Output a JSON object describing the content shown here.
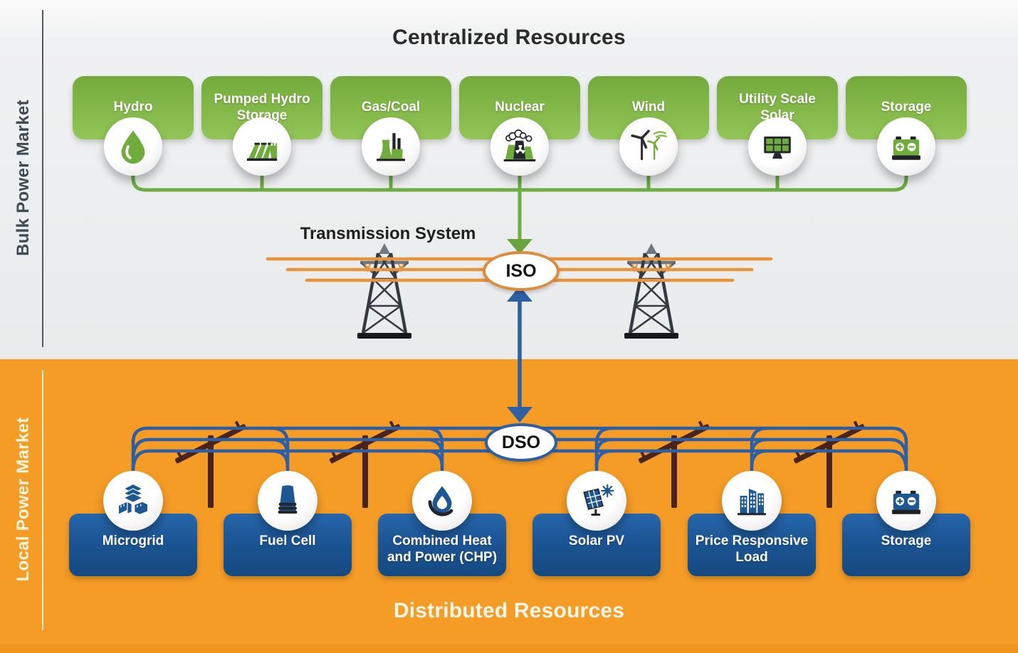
{
  "header": {
    "title": "Centralized Resources"
  },
  "footer": {
    "title": "Distributed Resources"
  },
  "side_labels": {
    "top": "Bulk Power Market",
    "bottom": "Local Power Market"
  },
  "transmission": {
    "label": "Transmission System",
    "iso_label": "ISO",
    "dso_label": "DSO"
  },
  "centralized": {
    "items": [
      {
        "label": "Hydro",
        "icon": "hydro-icon"
      },
      {
        "label": "Pumped Hydro Storage",
        "icon": "pumped-hydro-icon"
      },
      {
        "label": "Gas/Coal",
        "icon": "gas-coal-icon"
      },
      {
        "label": "Nuclear",
        "icon": "nuclear-icon"
      },
      {
        "label": "Wind",
        "icon": "wind-turbine-icon"
      },
      {
        "label": "Utility Scale Solar",
        "icon": "utility-solar-icon"
      },
      {
        "label": "Storage",
        "icon": "battery-icon"
      }
    ]
  },
  "distributed": {
    "items": [
      {
        "label": "Microgrid",
        "icon": "microgrid-icon"
      },
      {
        "label": "Fuel Cell",
        "icon": "fuel-cell-icon"
      },
      {
        "label": "Combined Heat and Power (CHP)",
        "icon": "chp-icon"
      },
      {
        "label": "Solar PV",
        "icon": "solar-pv-icon"
      },
      {
        "label": "Price Responsive Load",
        "icon": "city-buildings-icon"
      },
      {
        "label": "Storage",
        "icon": "battery-icon"
      }
    ]
  },
  "palette": {
    "bulk_green": "#76AC3F",
    "green_line": "#6CAD45",
    "orange_background": "#F59C27",
    "orange_line": "#E8943C",
    "local_blue": "#1D5794",
    "blue_line": "#2E5FA3",
    "slate_text": "#3E4A54"
  }
}
